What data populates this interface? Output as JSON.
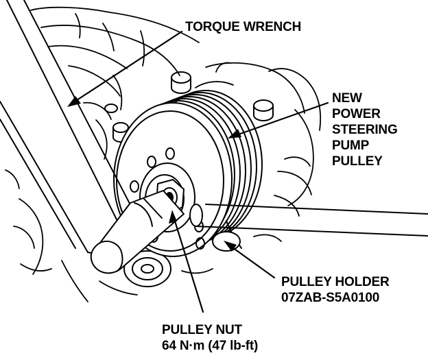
{
  "labels": {
    "torque_wrench": "TORQUE WRENCH",
    "pump_pulley": [
      "NEW",
      "POWER",
      "STEERING",
      "PUMP",
      "PULLEY"
    ],
    "pulley_holder": [
      "PULLEY HOLDER",
      "07ZAB-S5A0100"
    ],
    "pulley_nut": [
      "PULLEY NUT",
      "64 N·m (47 lb-ft)"
    ]
  },
  "colors": {
    "ink": "#000000",
    "paper": "#ffffff"
  }
}
